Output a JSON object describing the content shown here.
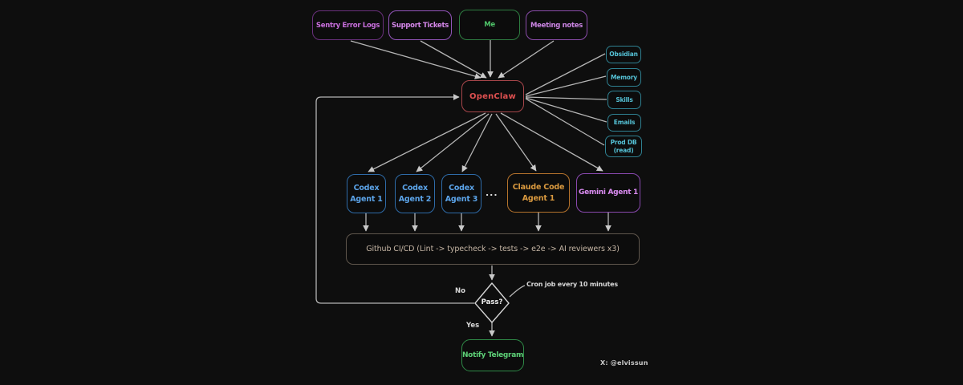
{
  "watermark": "X: @elvissun",
  "edge_color": "#b5b5b5",
  "sources": {
    "sentry": {
      "label": "Sentry Error Logs",
      "border": "#69307c",
      "text": "#c96fdd"
    },
    "support": {
      "label": "Support Tickets",
      "border": "#9355bb",
      "text": "#d587ea"
    },
    "me": {
      "label": "Me",
      "border": "#2e7d41",
      "text": "#4fc469"
    },
    "meeting": {
      "label": "Meeting notes",
      "border": "#8a4caa",
      "text": "#cc85e4"
    }
  },
  "hub": {
    "label": "OpenClaw",
    "border": "#a8464b",
    "text": "#de5050"
  },
  "resource_style": {
    "border": "#2f8192",
    "text": "#55c2d6"
  },
  "resources": {
    "obsidian": {
      "label": "Obsidian"
    },
    "memory": {
      "label": "Memory"
    },
    "skills": {
      "label": "Skills"
    },
    "emails": {
      "label": "Emails"
    },
    "proddb": {
      "label": "Prod DB (read)"
    }
  },
  "agents": {
    "codex1": {
      "label": "Codex Agent 1",
      "border": "#2e6ba8",
      "text": "#5ba3e8"
    },
    "codex2": {
      "label": "Codex Agent 2",
      "border": "#2e6ba8",
      "text": "#5ba3e8"
    },
    "codex3": {
      "label": "Codex Agent 3",
      "border": "#2e6ba8",
      "text": "#5ba3e8"
    },
    "ellipsis": "...",
    "claude": {
      "label": "Claude Code Agent 1",
      "border": "#b5732c",
      "text": "#d9993f"
    },
    "gemini": {
      "label": "Gemini Agent 1",
      "border": "#8a49b0",
      "text": "#db8cf2"
    }
  },
  "pipeline": {
    "label": "Github CI/CD (Lint -> typecheck -> tests -> e2e -> AI reviewers x3)",
    "border": "#5f564c",
    "text": "#c6b6a5"
  },
  "decision": {
    "label": "Pass?",
    "border": "#d4d4d4",
    "text": "#ececec"
  },
  "notify": {
    "label": "Notify Telegram",
    "border": "#2f8a47",
    "text": "#5dd177"
  },
  "edge_labels": {
    "no": "No",
    "yes": "Yes",
    "cron": "Cron job every 10 minutes"
  }
}
